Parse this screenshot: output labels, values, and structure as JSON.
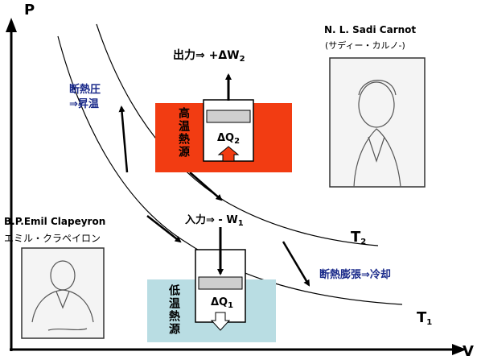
{
  "axes": {
    "y_label": "P",
    "x_label": "V"
  },
  "isotherms": {
    "high": "T",
    "high_sub": "2",
    "low": "T",
    "low_sub": "1"
  },
  "hot_reservoir": {
    "label": "高温熱源",
    "heat_prefix": "ΔQ",
    "heat_sub": "2",
    "color": "#f23c12"
  },
  "cold_reservoir": {
    "label": "低温熱源",
    "heat_prefix": "ΔQ",
    "heat_sub": "1",
    "color": "#b9dde3"
  },
  "output": {
    "text": "出力⇒ +ΔW",
    "sub": "2"
  },
  "input": {
    "text": "入力⇒ - W",
    "sub": "1"
  },
  "adiabatic_compression": {
    "line1": "断熱圧",
    "line2": "⇒昇温"
  },
  "adiabatic_expansion": {
    "text": "断熱膨張⇒冷却"
  },
  "carnot": {
    "name": "N. L. Sadi Carnot",
    "kana": "(サディー・カルノ-)"
  },
  "clapeyron": {
    "name": "B.P.Emil Clapeyron",
    "kana": "エミル・クラペイロン"
  }
}
